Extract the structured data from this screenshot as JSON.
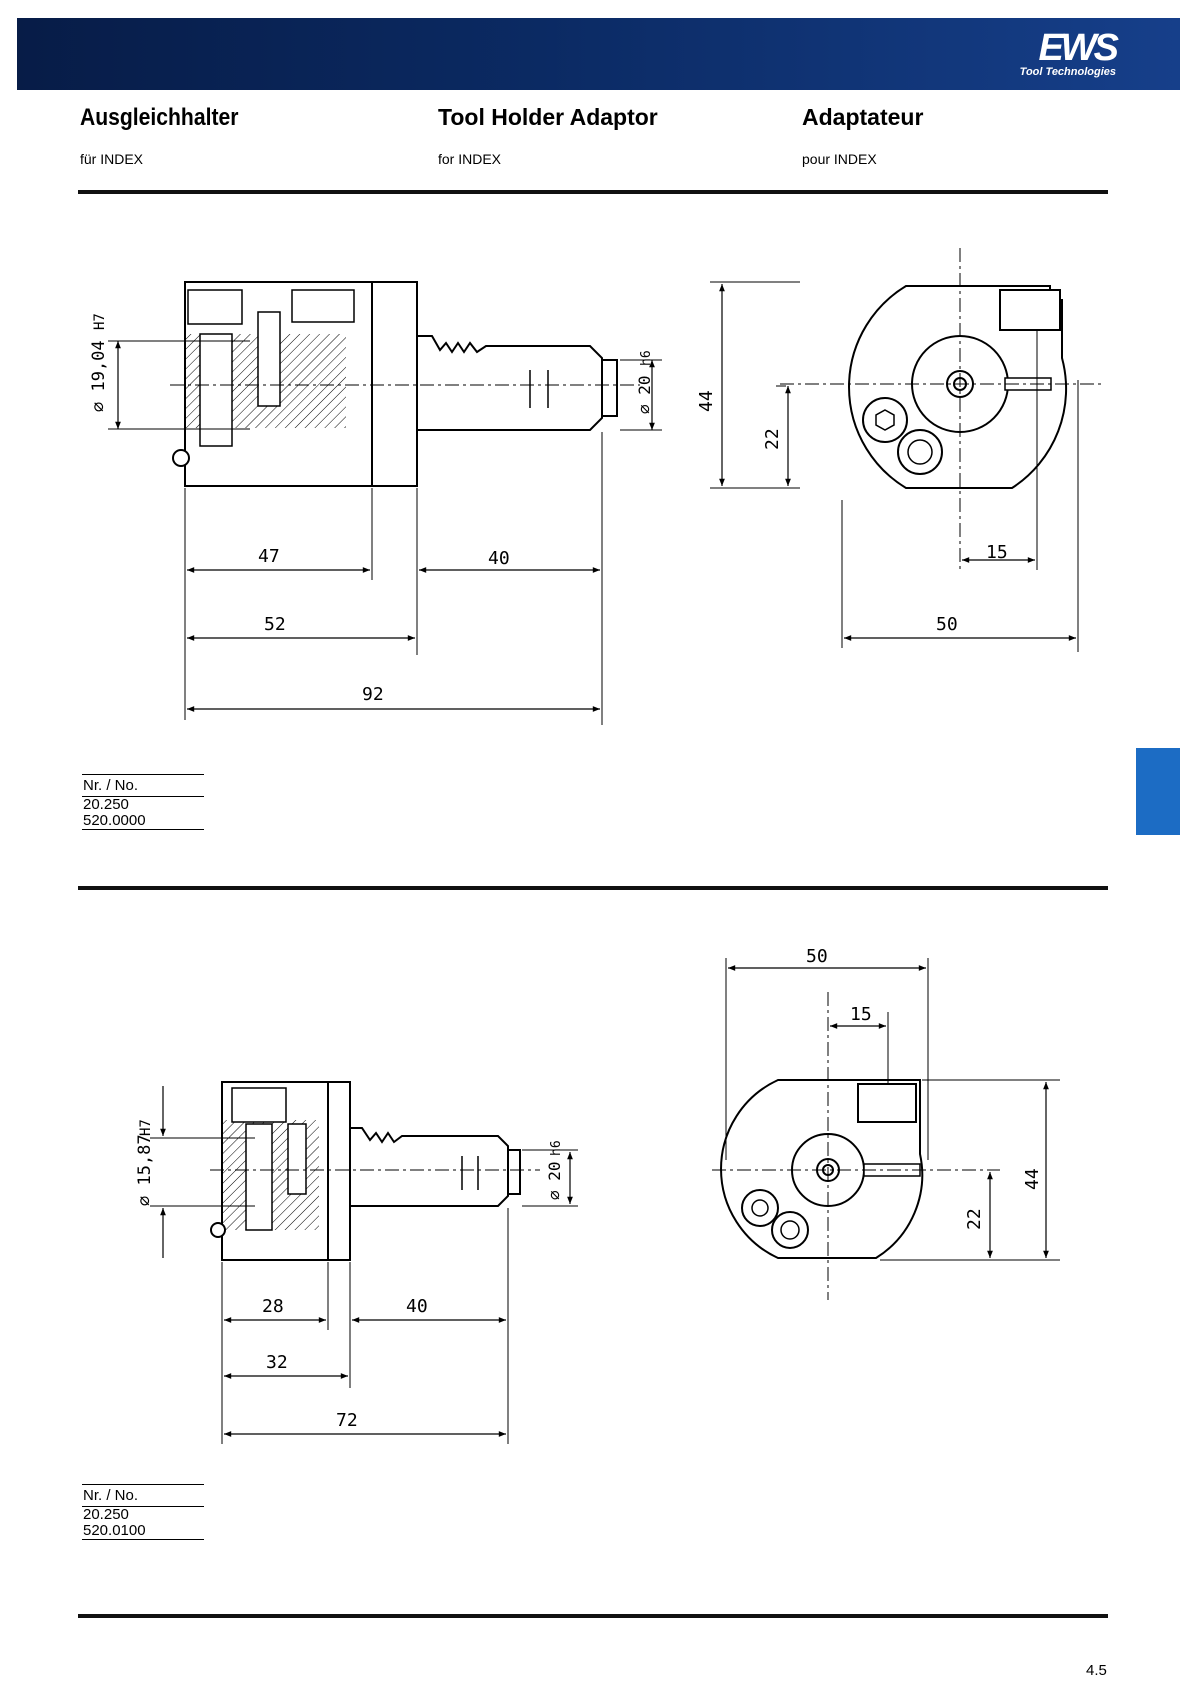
{
  "brand": {
    "logo": "EWS",
    "tagline": "Tool Technologies",
    "color": "#0b2a63",
    "tab_color": "#1c6cc4"
  },
  "header": {
    "de": {
      "title": "Ausgleichhalter",
      "sub": "für INDEX"
    },
    "en": {
      "title": "Tool Holder Adaptor",
      "sub": "for INDEX"
    },
    "fr": {
      "title": "Adaptateur",
      "sub": "pour INDEX"
    }
  },
  "product1": {
    "nr_label": "Nr. / No.",
    "nr_line1": "20.250",
    "nr_line2": "520.0000",
    "dims": {
      "bore": "⌀ 19,04",
      "bore_tol": "H7",
      "shank": "⌀ 20",
      "shank_tol": "h6",
      "d47": "47",
      "d40": "40",
      "d52": "52",
      "d92": "92",
      "d44": "44",
      "d22": "22",
      "d15": "15",
      "d50": "50"
    }
  },
  "product2": {
    "nr_label": "Nr. / No.",
    "nr_line1": "20.250",
    "nr_line2": "520.0100",
    "dims": {
      "bore": "⌀ 15,87",
      "bore_tol": "H7",
      "shank": "⌀ 20",
      "shank_tol": "h6",
      "d28": "28",
      "d40": "40",
      "d32": "32",
      "d72": "72",
      "d50": "50",
      "d15": "15",
      "d44": "44",
      "d22": "22"
    }
  },
  "page_number": "4.5"
}
